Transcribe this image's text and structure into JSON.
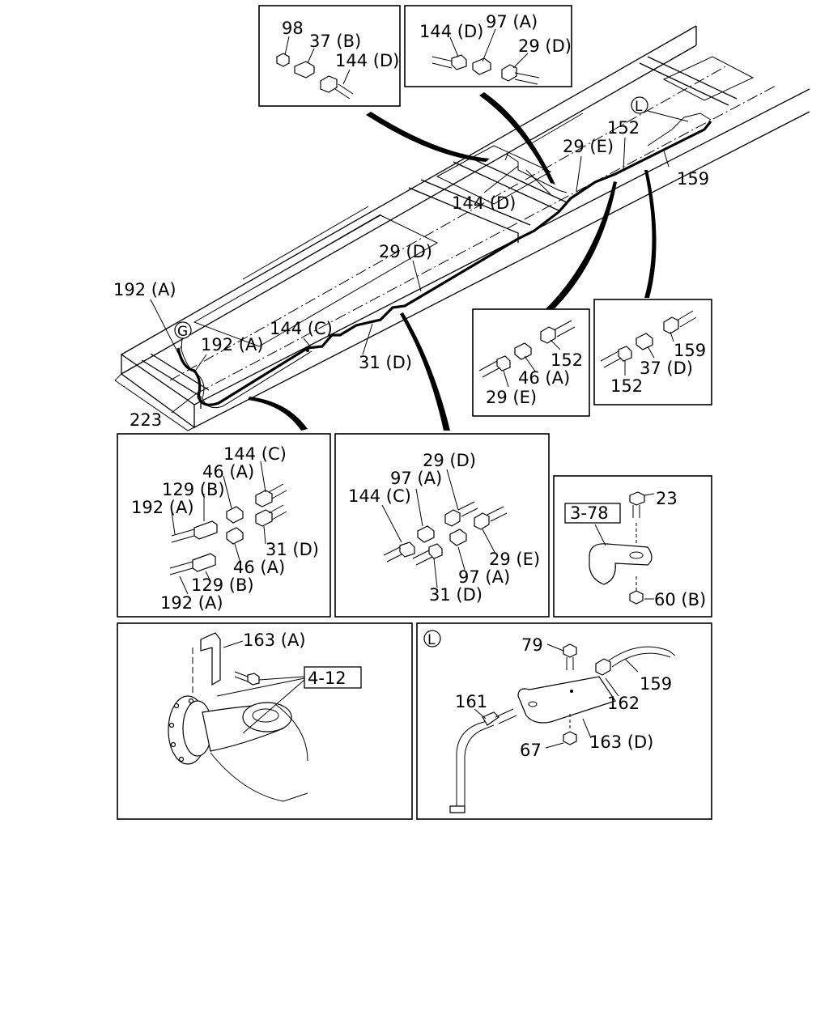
{
  "figure": {
    "main_labels": {
      "l_159": "159",
      "l_152": "152",
      "l_29e": "29 (E)",
      "l_144d": "144 (D)",
      "l_29d": "29 (D)",
      "l_192a_top": "192 (A)",
      "l_144c": "144 (C)",
      "l_192a_mid": "192 (A)",
      "l_31d": "31 (D)",
      "l_223": "223"
    },
    "circle_markers": {
      "g": "G",
      "l": "L"
    },
    "detail_top_left": {
      "labels": [
        "98",
        "37 (B)",
        "144 (D)"
      ]
    },
    "detail_top_mid": {
      "labels": [
        "144 (D)",
        "97 (A)",
        "29 (D)"
      ]
    },
    "detail_mid_right_a": {
      "labels": [
        "152",
        "46 (A)",
        "29 (E)"
      ]
    },
    "detail_mid_right_b": {
      "labels": [
        "159",
        "37 (D)",
        "152"
      ]
    },
    "detail_left": {
      "labels": [
        "144 (C)",
        "46 (A)",
        "129 (B)",
        "192 (A)",
        "31 (D)",
        "46 (A)",
        "129 (B)",
        "192 (A)"
      ]
    },
    "detail_center": {
      "labels": [
        "29 (D)",
        "97 (A)",
        "144 (C)",
        "29 (E)",
        "97 (A)",
        "31 (D)"
      ]
    },
    "detail_clip": {
      "ref": "3-78",
      "labels": [
        "23",
        "60 (B)"
      ]
    },
    "detail_axle": {
      "ref": "4-12",
      "labels": [
        "163 (A)"
      ]
    },
    "detail_l": {
      "marker": "L",
      "labels": [
        "79",
        "159",
        "161",
        "162",
        "163 (D)",
        "67"
      ]
    }
  }
}
